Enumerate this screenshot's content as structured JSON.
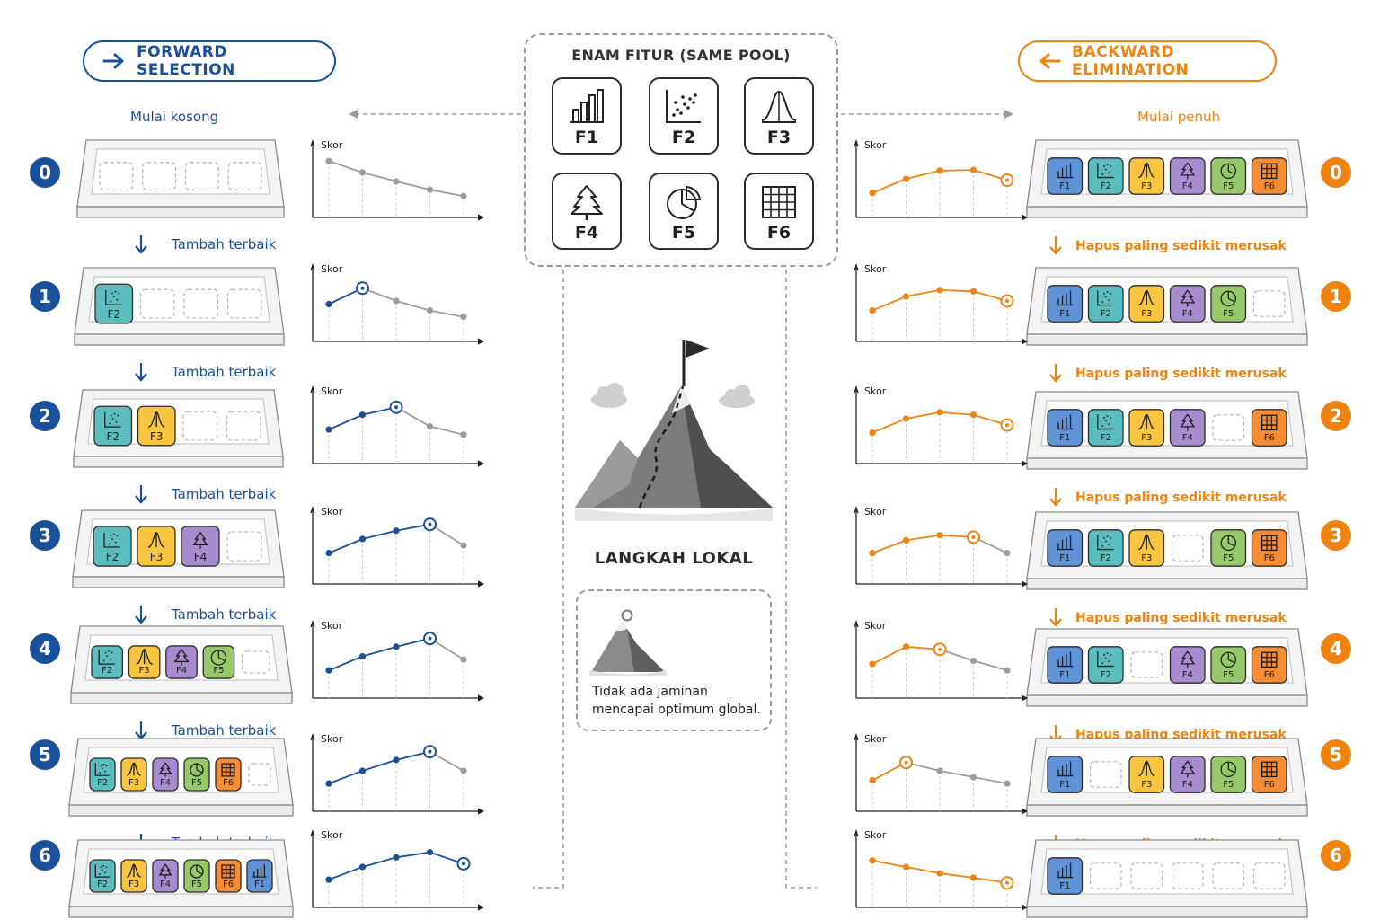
{
  "forward": {
    "title": "FORWARD SELECTION",
    "start_label": "Mulai kosong",
    "step_label": "Tambah terbaik",
    "color": "#1a4f99",
    "steps": [
      {
        "n": "0",
        "features": []
      },
      {
        "n": "1",
        "features": [
          "F2"
        ]
      },
      {
        "n": "2",
        "features": [
          "F2",
          "F3"
        ]
      },
      {
        "n": "3",
        "features": [
          "F2",
          "F3",
          "F4"
        ]
      },
      {
        "n": "4",
        "features": [
          "F2",
          "F3",
          "F4",
          "F5"
        ]
      },
      {
        "n": "5",
        "features": [
          "F2",
          "F3",
          "F4",
          "F5",
          "F6"
        ]
      },
      {
        "n": "6",
        "features": [
          "F2",
          "F3",
          "F4",
          "F5",
          "F6",
          "F1"
        ]
      }
    ]
  },
  "backward": {
    "title": "BACKWARD ELIMINATION",
    "start_label": "Mulai penuh",
    "step_label": "Hapus paling sedikit merusak",
    "color": "#ef8310",
    "steps": [
      {
        "n": "0",
        "features": [
          "F1",
          "F2",
          "F3",
          "F4",
          "F5",
          "F6"
        ]
      },
      {
        "n": "1",
        "features": [
          "F1",
          "F2",
          "F3",
          "F4",
          "F5",
          null
        ]
      },
      {
        "n": "2",
        "features": [
          "F1",
          "F2",
          "F3",
          "F4",
          null,
          "F6"
        ]
      },
      {
        "n": "3",
        "features": [
          "F1",
          "F2",
          "F3",
          null,
          "F5",
          "F6"
        ]
      },
      {
        "n": "4",
        "features": [
          "F1",
          "F2",
          null,
          "F4",
          "F5",
          "F6"
        ]
      },
      {
        "n": "5",
        "features": [
          "F1",
          null,
          "F3",
          "F4",
          "F5",
          "F6"
        ]
      },
      {
        "n": "6",
        "features": [
          "F1",
          null,
          null,
          null,
          null,
          null
        ]
      }
    ]
  },
  "pool": {
    "title": "ENAM FITUR (SAME POOL)",
    "features": [
      {
        "id": "F1",
        "icon": "bar-chart-icon"
      },
      {
        "id": "F2",
        "icon": "scatter-plot-icon"
      },
      {
        "id": "F3",
        "icon": "bell-curve-icon"
      },
      {
        "id": "F4",
        "icon": "tree-icon"
      },
      {
        "id": "F5",
        "icon": "pie-chart-icon"
      },
      {
        "id": "F6",
        "icon": "grid-table-icon"
      }
    ]
  },
  "feature_colors": {
    "F1": "#5f93d8",
    "F2": "#5cbdbd",
    "F3": "#f7c540",
    "F4": "#a78dd0",
    "F5": "#97c86b",
    "F6": "#f58c36"
  },
  "chart_axis_label": "Skor",
  "local_step": {
    "title": "LANGKAH LOKAL",
    "note": "Tidak ada jaminan mencapai optimum global."
  },
  "chart_data": [
    {
      "type": "line",
      "name": "forward-0",
      "ylabel": "Skor",
      "series": [
        {
          "values": [
            0.8,
            0.62,
            0.48,
            0.35,
            0.25
          ]
        }
      ],
      "grey_from": 0,
      "highlight": null
    },
    {
      "type": "line",
      "name": "forward-1",
      "ylabel": "Skor",
      "series": [
        {
          "values": [
            0.5,
            0.75,
            0.55,
            0.4,
            0.3
          ]
        }
      ],
      "grey_from": 1,
      "highlight": 1
    },
    {
      "type": "line",
      "name": "forward-2",
      "ylabel": "Skor",
      "series": [
        {
          "values": [
            0.45,
            0.68,
            0.8,
            0.5,
            0.37
          ]
        }
      ],
      "grey_from": 2,
      "highlight": 2
    },
    {
      "type": "line",
      "name": "forward-3",
      "ylabel": "Skor",
      "series": [
        {
          "values": [
            0.4,
            0.62,
            0.75,
            0.85,
            0.52
          ]
        }
      ],
      "grey_from": 3,
      "highlight": 3
    },
    {
      "type": "line",
      "name": "forward-4",
      "ylabel": "Skor",
      "series": [
        {
          "values": [
            0.35,
            0.57,
            0.72,
            0.85,
            0.52
          ]
        }
      ],
      "grey_from": 3,
      "highlight": 3
    },
    {
      "type": "line",
      "name": "forward-5",
      "ylabel": "Skor",
      "series": [
        {
          "values": [
            0.35,
            0.55,
            0.72,
            0.85,
            0.55
          ]
        }
      ],
      "grey_from": 3,
      "highlight": 3
    },
    {
      "type": "line",
      "name": "forward-6",
      "ylabel": "Skor",
      "series": [
        {
          "values": [
            0.35,
            0.55,
            0.7,
            0.78,
            0.6
          ]
        }
      ],
      "grey_from": 4,
      "highlight": 4
    },
    {
      "type": "line",
      "name": "backward-0",
      "ylabel": "Skor",
      "series": [
        {
          "values": [
            0.3,
            0.52,
            0.65,
            0.66,
            0.5
          ]
        }
      ],
      "grey_from": 4,
      "highlight": 4
    },
    {
      "type": "line",
      "name": "backward-1",
      "ylabel": "Skor",
      "series": [
        {
          "values": [
            0.4,
            0.62,
            0.72,
            0.7,
            0.55
          ]
        }
      ],
      "grey_from": 4,
      "highlight": 4
    },
    {
      "type": "line",
      "name": "backward-2",
      "ylabel": "Skor",
      "series": [
        {
          "values": [
            0.4,
            0.62,
            0.72,
            0.68,
            0.52
          ]
        }
      ],
      "grey_from": 4,
      "highlight": 4
    },
    {
      "type": "line",
      "name": "backward-3",
      "ylabel": "Skor",
      "series": [
        {
          "values": [
            0.4,
            0.6,
            0.68,
            0.65,
            0.4
          ]
        }
      ],
      "grey_from": 3,
      "highlight": 3
    },
    {
      "type": "line",
      "name": "backward-4",
      "ylabel": "Skor",
      "series": [
        {
          "values": [
            0.45,
            0.72,
            0.68,
            0.5,
            0.35
          ]
        }
      ],
      "grey_from": 2,
      "highlight": 2
    },
    {
      "type": "line",
      "name": "backward-5",
      "ylabel": "Skor",
      "series": [
        {
          "values": [
            0.4,
            0.68,
            0.55,
            0.45,
            0.35
          ]
        }
      ],
      "grey_from": 1,
      "highlight": 1
    },
    {
      "type": "line",
      "name": "backward-6",
      "ylabel": "Skor",
      "series": [
        {
          "values": [
            0.65,
            0.55,
            0.45,
            0.38,
            0.3
          ]
        }
      ],
      "grey_from": 5,
      "highlight": 4
    }
  ]
}
